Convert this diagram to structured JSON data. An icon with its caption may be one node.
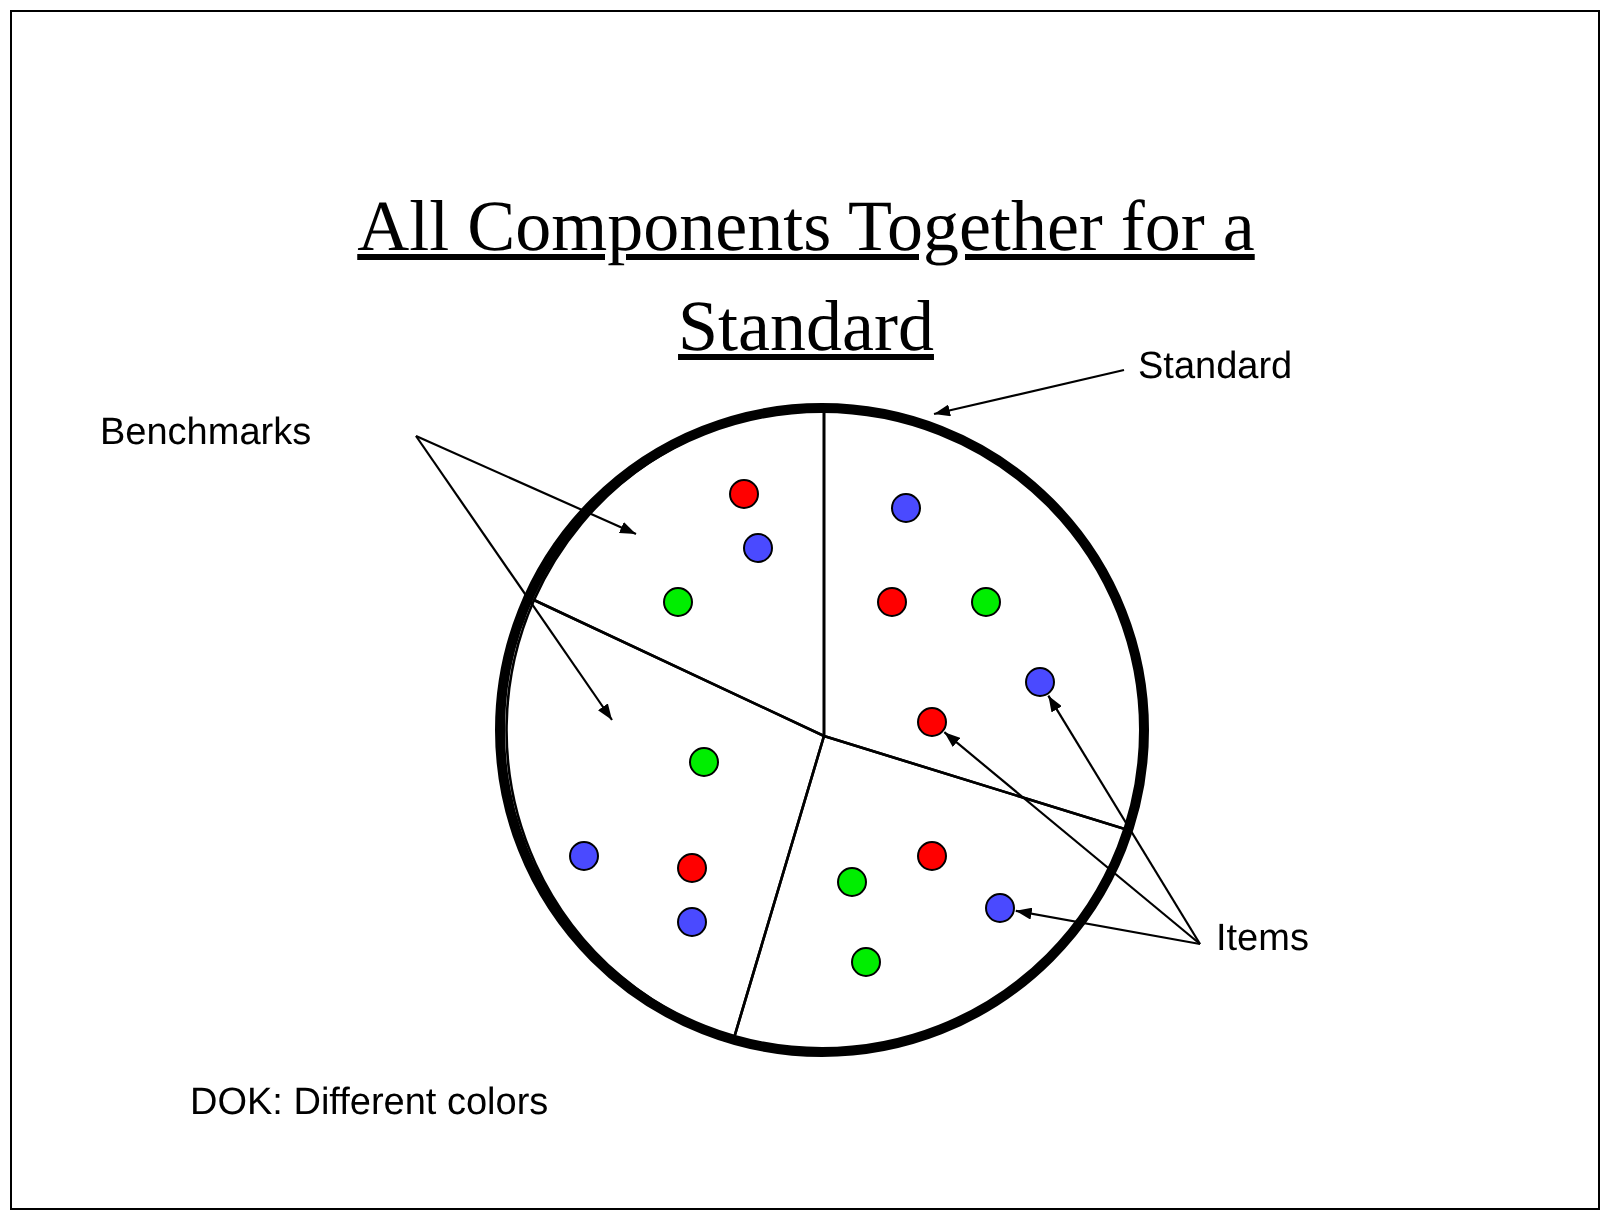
{
  "diagram": {
    "title": "All Components Together for a Standard",
    "nodes": [
      {
        "text": [
          "Standard"
        ]
      },
      {
        "text": [
          "Benchmarks"
        ]
      },
      {
        "text": [],
        "shape": "circle"
      },
      {
        "text": [],
        "shape": "sector",
        "in": 2
      },
      {
        "text": [],
        "shape": "sector",
        "in": 2
      },
      {
        "text": [],
        "shape": "sector",
        "in": 2
      },
      {
        "text": [],
        "shape": "sector",
        "in": 2
      },
      {
        "text": [],
        "shape": "circle",
        "in": 3
      },
      {
        "text": [],
        "shape": "circle",
        "in": 4
      },
      {
        "text": [],
        "shape": "circle",
        "in": 3
      },
      {
        "text": [],
        "shape": "circle",
        "in": 3
      },
      {
        "text": [],
        "shape": "circle",
        "in": 4
      },
      {
        "text": [],
        "shape": "circle",
        "in": 4
      },
      {
        "text": [],
        "shape": "circle",
        "in": 4
      },
      {
        "text": [],
        "shape": "circle",
        "in": 4
      },
      {
        "text": [],
        "shape": "circle",
        "in": 5
      },
      {
        "text": [],
        "shape": "circle",
        "in": 5
      },
      {
        "text": [],
        "shape": "circle",
        "in": 6
      },
      {
        "text": [],
        "shape": "circle",
        "in": 5
      },
      {
        "text": [],
        "shape": "circle",
        "in": 6
      },
      {
        "text": [],
        "shape": "circle",
        "in": 6
      },
      {
        "text": [],
        "shape": "circle",
        "in": 5
      },
      {
        "text": [],
        "shape": "circle",
        "in": 6
      },
      {
        "text": [
          "Items"
        ]
      }
    ],
    "edges": [
      {
        "from": 0,
        "to": 2,
        "arrow": "to"
      },
      {
        "from": 1,
        "to": 3,
        "arrow": "to"
      },
      {
        "from": 1,
        "to": 5,
        "arrow": "to"
      },
      {
        "from": 23,
        "to": 14,
        "arrow": "to"
      },
      {
        "from": 23,
        "to": 13,
        "arrow": "to"
      },
      {
        "from": 23,
        "to": 20,
        "arrow": "to"
      }
    ],
    "labels": [
      "DOK: Different colors"
    ]
  }
}
